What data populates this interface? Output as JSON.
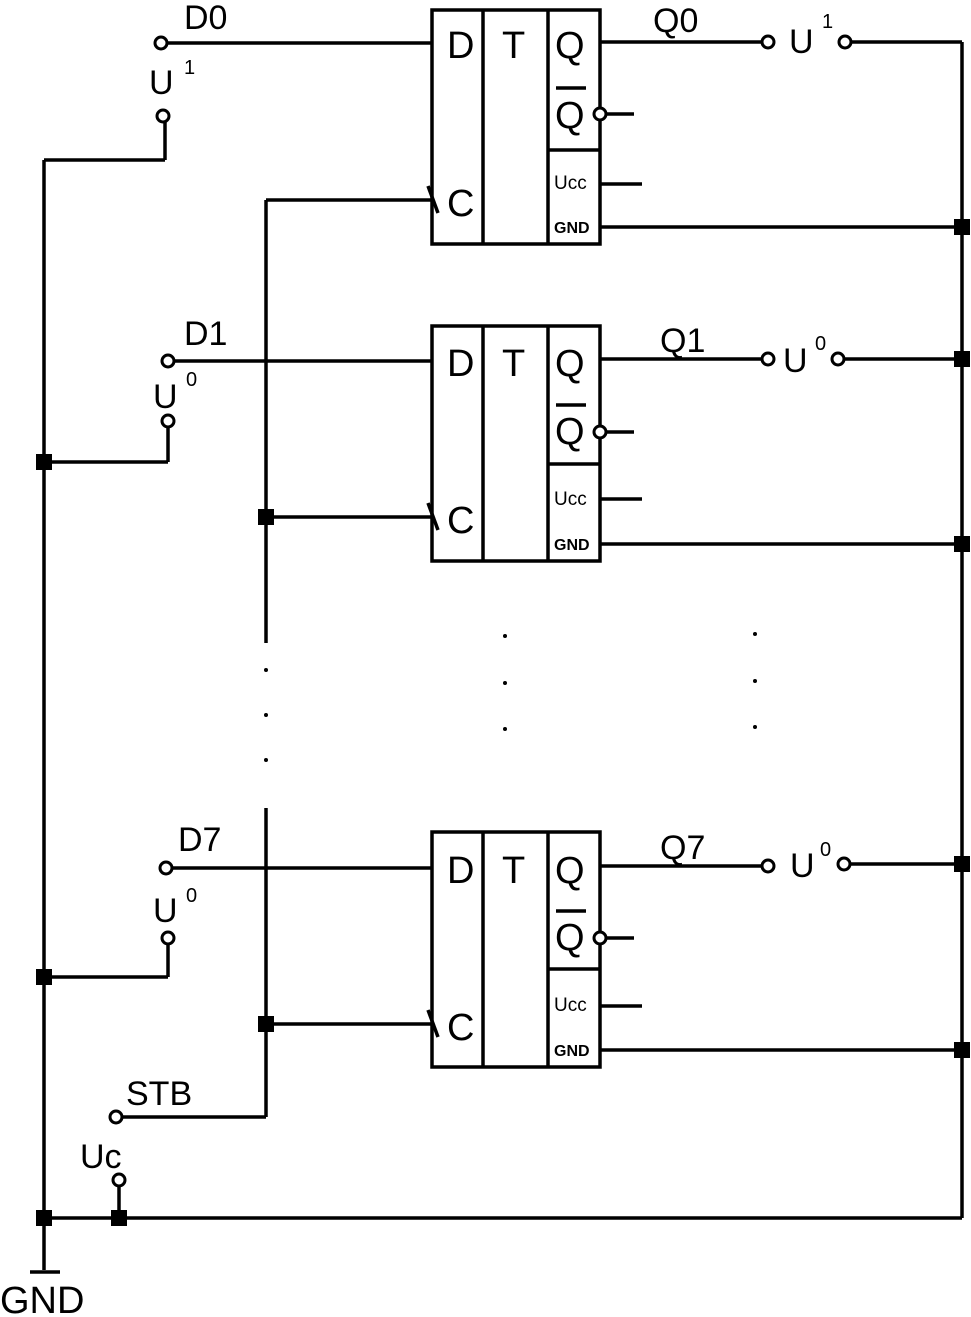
{
  "ground_label": "GND",
  "strobe_label": "STB",
  "supply_label": "Uc",
  "triggers": [
    {
      "d_label": "D0",
      "q_label": "Q0",
      "input_level_main": "U",
      "input_level_sup": "1",
      "output_level_main": "U",
      "output_level_sup": "1",
      "pin_d": "D",
      "pin_t": "T",
      "pin_q": "Q",
      "pin_qbar": "Q",
      "pin_c": "C",
      "pin_ucc": "Ucc",
      "pin_gnd": "GND"
    },
    {
      "d_label": "D1",
      "q_label": "Q1",
      "input_level_main": "U",
      "input_level_sup": "0",
      "output_level_main": "U",
      "output_level_sup": "0",
      "pin_d": "D",
      "pin_t": "T",
      "pin_q": "Q",
      "pin_qbar": "Q",
      "pin_c": "C",
      "pin_ucc": "Ucc",
      "pin_gnd": "GND"
    },
    {
      "d_label": "D7",
      "q_label": "Q7",
      "input_level_main": "U",
      "input_level_sup": "0",
      "output_level_main": "U",
      "output_level_sup": "0",
      "pin_d": "D",
      "pin_t": "T",
      "pin_q": "Q",
      "pin_qbar": "Q",
      "pin_c": "C",
      "pin_ucc": "Ucc",
      "pin_gnd": "GND"
    }
  ]
}
